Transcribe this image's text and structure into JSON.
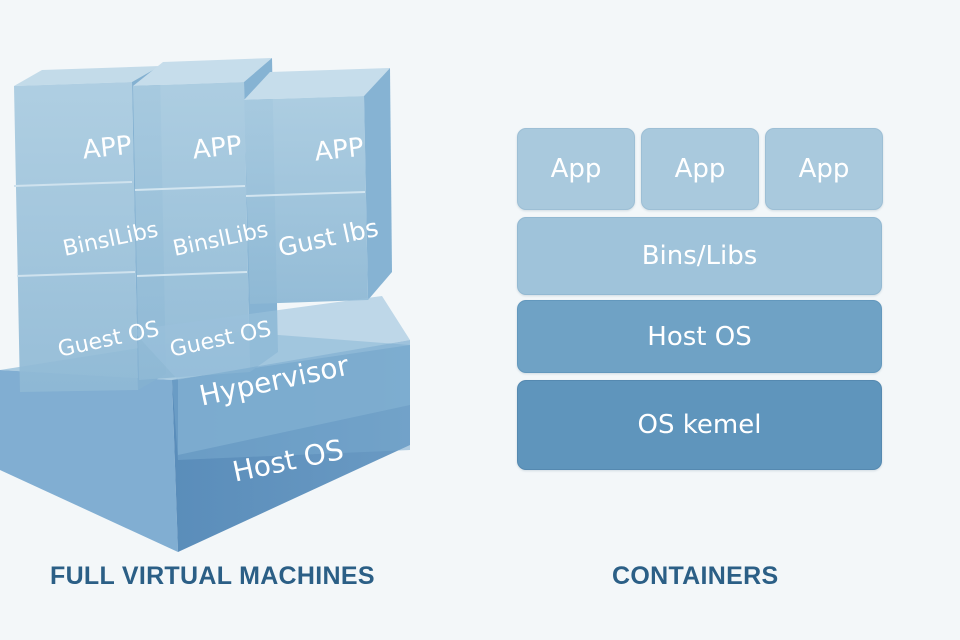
{
  "full_vm": {
    "caption": "FULL VIRTUAL MACHINES",
    "stacks": [
      {
        "app": "APP",
        "libs": "BinslLibs",
        "os": "Guest OS"
      },
      {
        "app": "APP",
        "libs": "BinslLibs",
        "os": "Guest OS"
      },
      {
        "app": "APP",
        "libs": "Gust lbs",
        "os": ""
      }
    ],
    "hypervisor": "Hypervisor",
    "host_os": "Host OS"
  },
  "containers": {
    "caption": "CONTAINERS",
    "apps": [
      "App",
      "App",
      "App"
    ],
    "bins_libs": "Bins/Libs",
    "host_os": "Host OS",
    "os_kernel": "OS kemel"
  },
  "colors": {
    "caption": "#2b5f86",
    "background": "#f3f7f9",
    "app_block": "#a9c9dd",
    "bins_block": "#9fc3da",
    "host_block": "#6fa2c5",
    "kernel_block": "#5f95bc"
  }
}
